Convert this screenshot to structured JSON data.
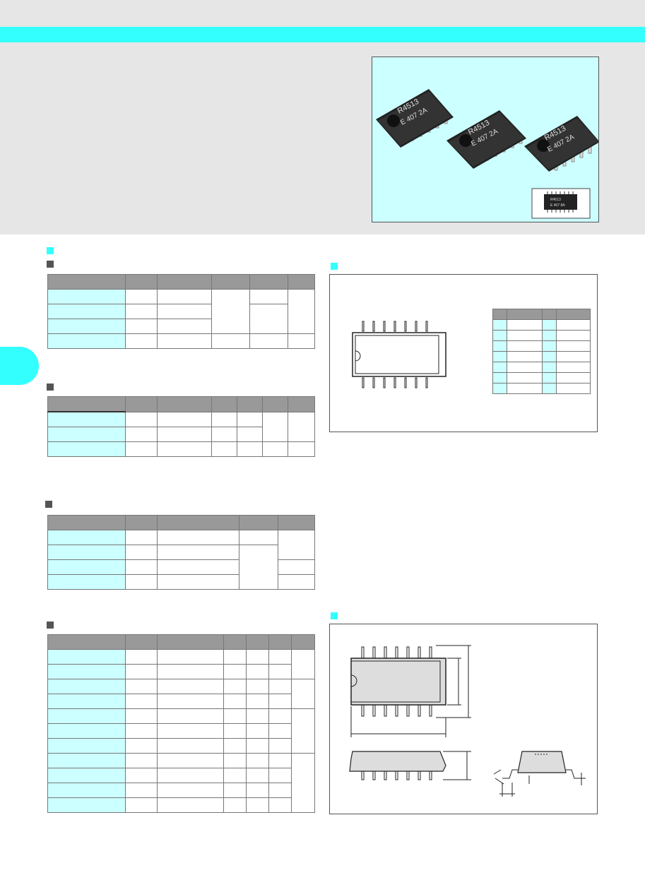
{
  "page": {
    "photo_alt": "",
    "chip_marking_line1": "R4513",
    "chip_marking_line2": "E  407 2A",
    "inset_marking_line1": "R4513",
    "inset_marking_line2": "E  407 8A"
  },
  "sections": {
    "specs_heading": "",
    "table1_heading": "",
    "table2_heading": "",
    "table3_heading": "",
    "table4_heading": "",
    "pinout_heading": "",
    "dimensions_heading": ""
  },
  "colors": {
    "accent_cyan": "#33ffff",
    "light_cyan": "#ccffff",
    "header_gray": "#999999",
    "band_gray": "#e6e6e6"
  }
}
